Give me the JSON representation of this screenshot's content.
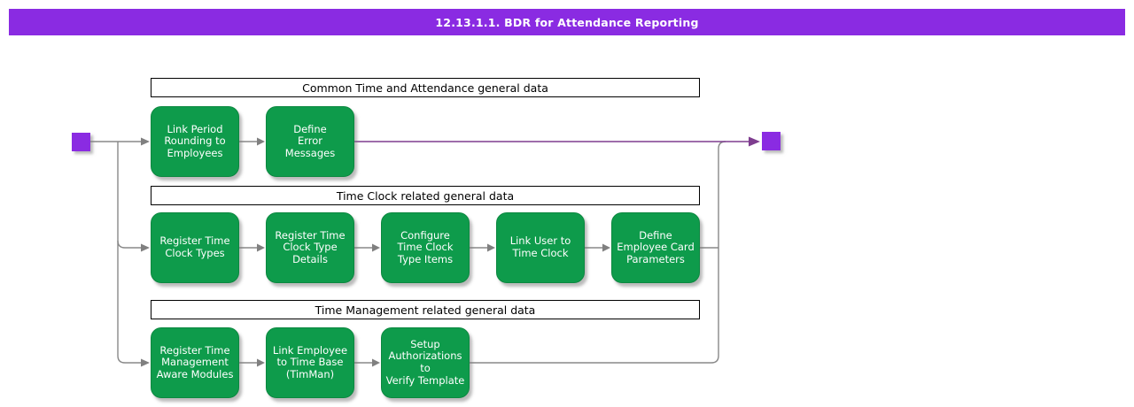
{
  "title": "12.13.1.1. BDR for Attendance Reporting",
  "colors": {
    "title_bar": "#8a2be2",
    "terminal_node": "#8a2be2",
    "activity_box": "#0e9b4b",
    "activity_border": "#0c8840",
    "connector_gray": "#888888",
    "arrowhead_gray": "#808080",
    "connector_purple": "#7e3d8f",
    "header_bg": "#ffffff",
    "header_border": "#000000",
    "canvas_bg": "#ffffff",
    "box_text": "#ffffff",
    "title_text": "#ffffff"
  },
  "sections": [
    {
      "header": "Common Time and Attendance general data",
      "boxes": [
        "Link Period\nRounding to\nEmployees",
        "Define\nError\nMessages"
      ]
    },
    {
      "header": "Time Clock related general data",
      "boxes": [
        "Register Time\nClock Types",
        "Register Time\nClock Type\nDetails",
        "Configure\nTime Clock\nType Items",
        "Link User to\nTime Clock",
        "Define\nEmployee Card\nParameters"
      ]
    },
    {
      "header": "Time Management related general data",
      "boxes": [
        "Register Time\nManagement\nAware Modules",
        "Link Employee\nto Time Base\n(TimMan)",
        "Setup\nAuthorizations to\nVerify Template"
      ]
    }
  ]
}
